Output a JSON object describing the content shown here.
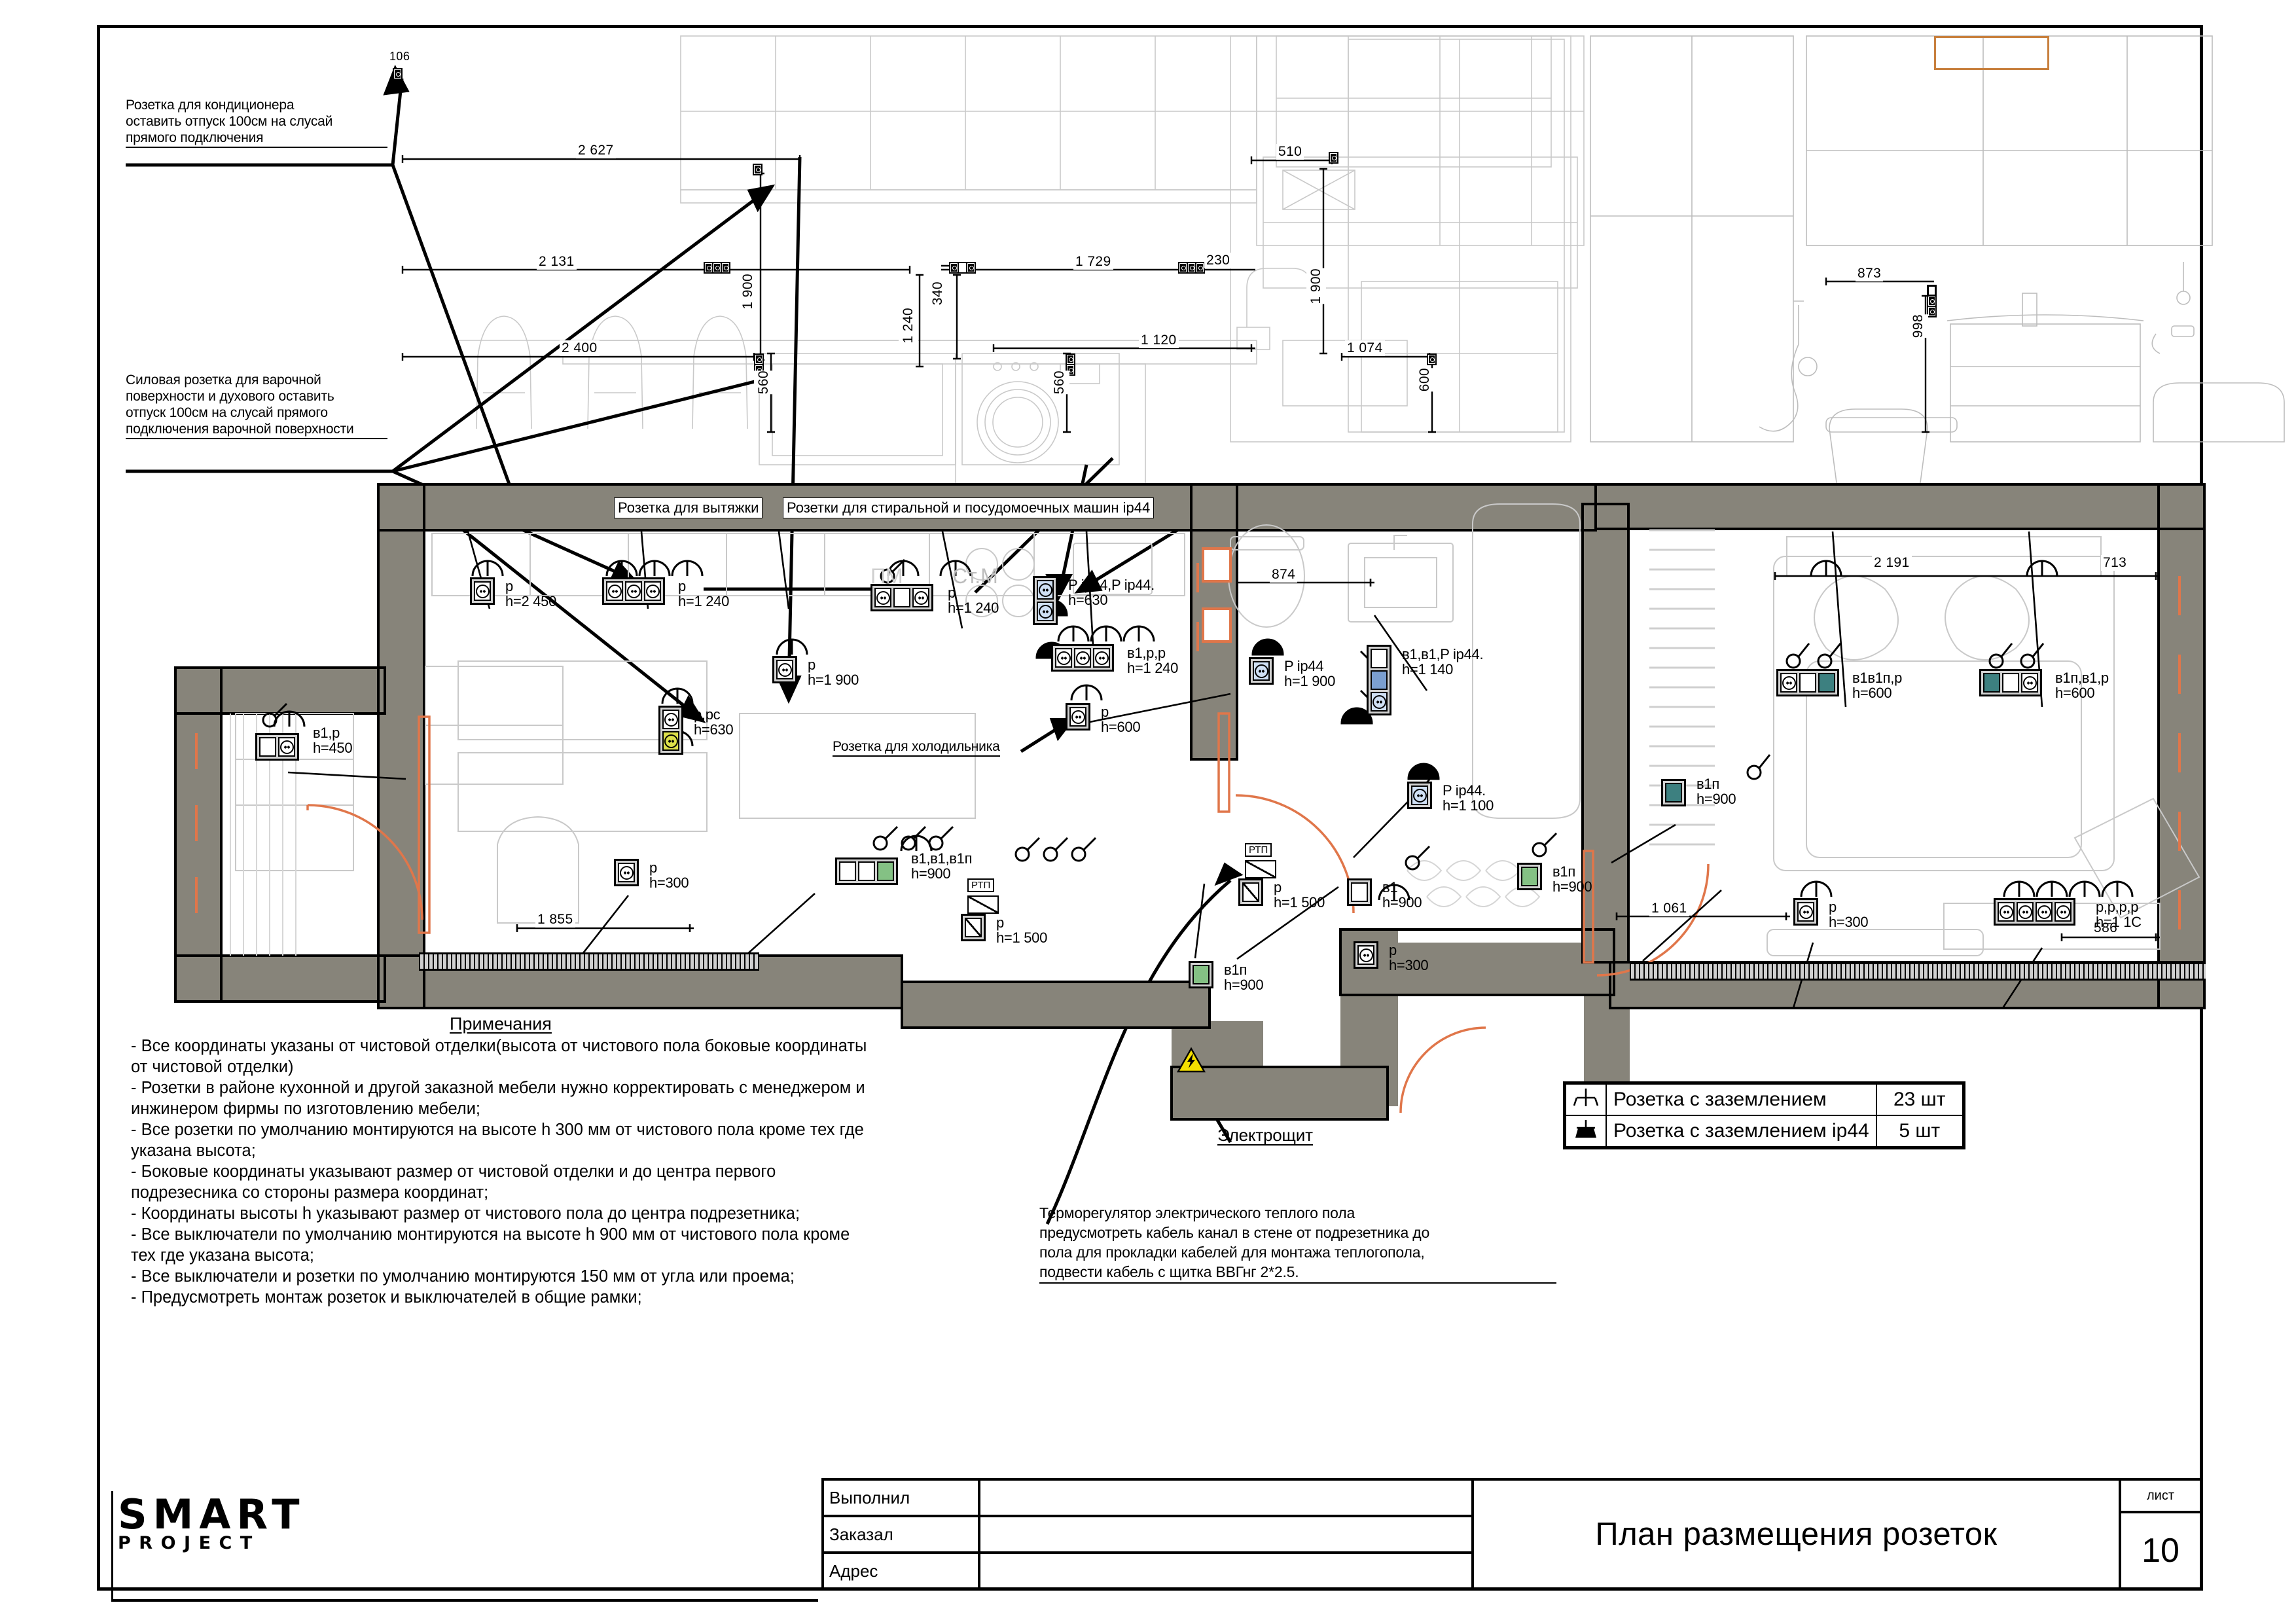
{
  "sheet": {
    "title": "План размещения розеток",
    "sheet_label": "лист",
    "sheet_number": "10",
    "logo_line1": "SMART",
    "logo_line2": "PROJECT"
  },
  "titleblock": {
    "rows": [
      {
        "label": "Выполнил",
        "value": ""
      },
      {
        "label": "Заказал",
        "value": ""
      },
      {
        "label": "Адрес",
        "value": ""
      }
    ]
  },
  "callouts": {
    "ac_socket": "Розетка для кондиционера\nоставить отпуск 100см на слусай\nпрямого подключения",
    "hob_socket": "Силовая розетка для варочной\nповерхности и духового оставить\nотпуск 100см на слусай прямого\nподключения варочной поверхности",
    "hood_socket": "Розетка для вытяжки",
    "washer_sockets": "Розетки для стиральной и посудомоечных машин ip44",
    "fridge_socket": "Розетка для холодильника",
    "panel": "Электрощит",
    "thermostat": "Терморегулятор электрического теплого пола\nпредусмотреть кабель канал в стене от подрезетника до\nпола для прокладки кабелей для монтажа теплогопола,\nподвести кабель с щитка ВВГнг 2*2.5."
  },
  "notes": {
    "heading": "Примечания",
    "items": [
      "- Все координаты указаны от чистовой отделки(высота от чистового пола боковые координаты от чистовой отделки)",
      "- Розетки в районе кухонной и другой заказной мебели нужно корректировать с менеджером и инжинером фирмы по изготовлению мебели;",
      "- Все розетки по умолчанию монтируются на высоте h 300 мм от чистового пола кроме тех где указана высота;",
      "- Боковые координаты указывают размер от чистовой отделки и до центра первого подрезесника со стороны размера координат;",
      "- Координаты высоты h указывают размер от чистового пола до центра подрезетника;",
      "-  Все выключатели по умолчанию монтируются на высоте h 900 мм от чистового пола кроме тех где указана высота;",
      "-  Все выключатели и розетки по умолчанию монтируются 150 мм от угла или проема;",
      "-  Предусмотреть монтаж розеток и выключателей в общие рамки;"
    ]
  },
  "legend": {
    "rows": [
      {
        "icon": "socket-grounded-icon",
        "label": "Розетка с заземлением",
        "count": "23 шт"
      },
      {
        "icon": "socket-grounded-ip44-icon",
        "label": "Розетка с заземлением ip44",
        "count": "5 шт"
      }
    ]
  },
  "elevation_dimensions": [
    {
      "value": "2 627"
    },
    {
      "value": "2 131"
    },
    {
      "value": "2 400"
    },
    {
      "value": "1 900"
    },
    {
      "value": "340"
    },
    {
      "value": "1 240"
    },
    {
      "value": "1 729"
    },
    {
      "value": "230"
    },
    {
      "value": "510"
    },
    {
      "value": "1 900"
    },
    {
      "value": "1 120"
    },
    {
      "value": "1 074"
    },
    {
      "value": "600"
    },
    {
      "value": "560"
    },
    {
      "value": "560"
    },
    {
      "value": "873"
    },
    {
      "value": "998"
    },
    {
      "value": "106"
    }
  ],
  "plan_dimensions": [
    {
      "value": "874"
    },
    {
      "value": "2 191"
    },
    {
      "value": "713"
    },
    {
      "value": "1 855"
    },
    {
      "value": "1 061"
    },
    {
      "value": "586"
    }
  ],
  "devices": [
    {
      "id": "d1",
      "label": "p\nh=2 450",
      "cells": [
        "sock"
      ],
      "kind": "socket"
    },
    {
      "id": "d2",
      "label": "p\nh=1 240",
      "cells": [
        "sock",
        "sock",
        "sock"
      ],
      "kind": "socket"
    },
    {
      "id": "d3",
      "label": "p\nh=1 900",
      "cells": [
        "sock"
      ],
      "kind": "socket"
    },
    {
      "id": "d4",
      "label": "p,pc\nh=630",
      "cells": [
        "sock",
        "yellow"
      ],
      "kind": "socket"
    },
    {
      "id": "d5",
      "label": "в1,p\nh=450",
      "cells": [
        "blank",
        "sock"
      ],
      "kind": "switch-socket"
    },
    {
      "id": "d6",
      "label": "p\nh=1 240",
      "cells": [
        "sock",
        "blank",
        "sock"
      ],
      "kind": "socket"
    },
    {
      "id": "d7",
      "label": "P ip44,P ip44.\nh=630",
      "cells": [
        "blue2",
        "blue2"
      ],
      "kind": "socket-ip44"
    },
    {
      "id": "d8",
      "label": "в1,p,p\nh=1 240",
      "cells": [
        "sock",
        "sock",
        "sock"
      ],
      "kind": "socket"
    },
    {
      "id": "d9",
      "label": "p\nh=600",
      "cells": [
        "sock"
      ],
      "kind": "socket"
    },
    {
      "id": "d10",
      "label": "P ip44\nh=1 900",
      "cells": [
        "blue2"
      ],
      "kind": "socket-ip44"
    },
    {
      "id": "d11",
      "label": "в1,в1,P ip44.\nh=1 140",
      "cells": [
        "blank",
        "blue",
        "blue2"
      ],
      "kind": "switch-socket"
    },
    {
      "id": "d12",
      "label": "P ip44.\nh=1 100",
      "cells": [
        "blue2"
      ],
      "kind": "socket-ip44"
    },
    {
      "id": "d13",
      "label": "в1п\nh=900",
      "cells": [
        "teal"
      ],
      "kind": "switch"
    },
    {
      "id": "d14",
      "label": "в1в1п,p\nh=600",
      "cells": [
        "sock",
        "blank",
        "teal"
      ],
      "kind": "switch-socket"
    },
    {
      "id": "d15",
      "label": "в1п,в1,p\nh=600",
      "cells": [
        "teal",
        "blank",
        "sock"
      ],
      "kind": "switch-socket"
    },
    {
      "id": "d16",
      "label": "p\nh=300",
      "cells": [
        "sock"
      ],
      "kind": "socket"
    },
    {
      "id": "d17",
      "label": "p,p,p,p\nh=1 1С",
      "cells": [
        "sock",
        "sock",
        "sock",
        "sock"
      ],
      "kind": "socket"
    },
    {
      "id": "d18",
      "label": "p\nh=300",
      "cells": [
        "sock"
      ],
      "kind": "socket"
    },
    {
      "id": "d19",
      "label": "в1,в1,в1п\nh=900",
      "cells": [
        "blank",
        "blank",
        "green"
      ],
      "kind": "switch"
    },
    {
      "id": "d20",
      "label": "p\nh=1 500",
      "cells": [
        "diag"
      ],
      "kind": "thermostat",
      "tag": "РТП"
    },
    {
      "id": "d21",
      "label": "p\nh=1 500",
      "cells": [
        "diag"
      ],
      "kind": "thermostat",
      "tag": "РТП"
    },
    {
      "id": "d22",
      "label": "в1\nh=900",
      "cells": [
        "blank"
      ],
      "kind": "switch"
    },
    {
      "id": "d23",
      "label": "в1п\nh=900",
      "cells": [
        "green"
      ],
      "kind": "switch"
    },
    {
      "id": "d24",
      "label": "в1п\nh=900",
      "cells": [
        "green"
      ],
      "kind": "switch"
    },
    {
      "id": "d25",
      "label": "p\nh=300",
      "cells": [
        "sock"
      ],
      "kind": "socket"
    },
    {
      "id": "d26",
      "label": "p\nh=300",
      "cells": [
        "sock"
      ],
      "kind": "socket"
    }
  ],
  "plan_text": {
    "st_m": "Ст.М",
    "pm": "ПМ"
  }
}
